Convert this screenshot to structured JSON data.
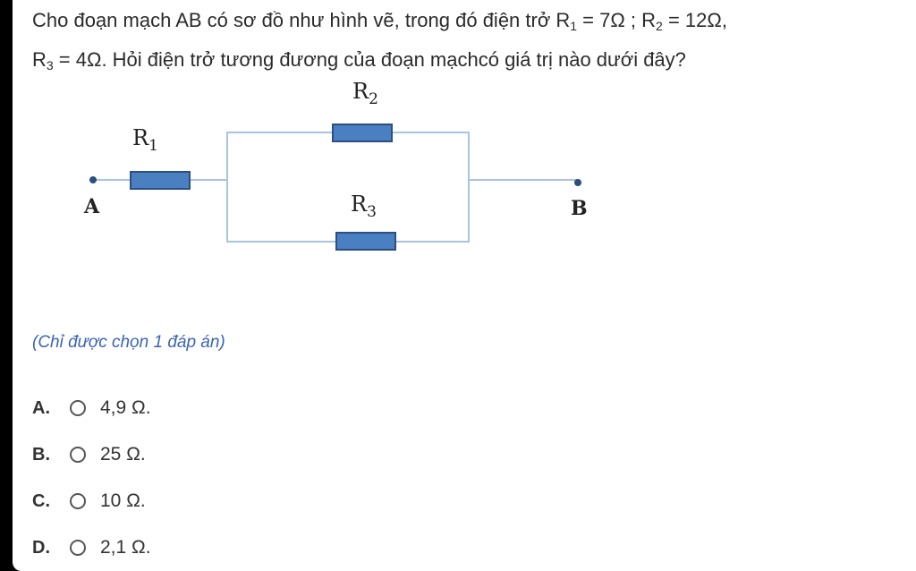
{
  "question": {
    "line1_pre": "Cho đoạn mạch AB có sơ đồ như hình vẽ, trong đó điện trở R",
    "r1_sub": "1",
    "line1_mid": " = 7Ω ; R",
    "r2_sub": "2",
    "line1_post": " = 12Ω,",
    "line2_pre": "R",
    "r3_sub": "3",
    "line2_post": " = 4Ω. Hỏi điện trở tương đương của đoạn mạchcó giá trị nào dưới đây?"
  },
  "circuit": {
    "r1_label": "R",
    "r1_sub": "1",
    "r2_label": "R",
    "r2_sub": "2",
    "r3_label": "R",
    "r3_sub": "3",
    "node_a": "A",
    "node_b": "B",
    "colors": {
      "wire": "#a8c4e0",
      "resistor_fill": "#4a7fc1",
      "resistor_stroke": "#2a4f80",
      "terminal": "#2a4f80"
    }
  },
  "note": "(Chỉ được chọn 1 đáp án)",
  "options": [
    {
      "letter": "A.",
      "text": "4,9 Ω."
    },
    {
      "letter": "B.",
      "text": "25 Ω."
    },
    {
      "letter": "C.",
      "text": "10 Ω."
    },
    {
      "letter": "D.",
      "text": "2,1 Ω."
    }
  ]
}
